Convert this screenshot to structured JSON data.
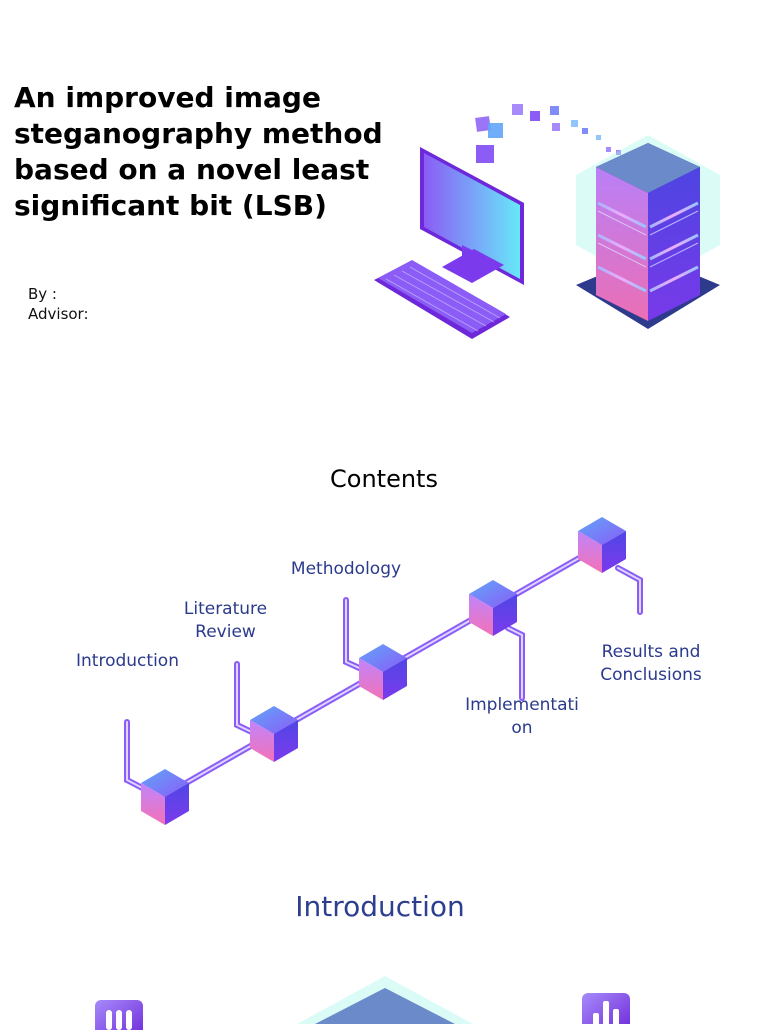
{
  "slide1": {
    "title": "An improved image\nsteganography method\nbased on a novel least\nsignificant bit (LSB)",
    "by_label": "By :",
    "advisor_label": "Advisor:"
  },
  "slide2": {
    "heading": "Contents",
    "items": [
      "Introduction",
      "Literature\nReview",
      "Methodology",
      "Implementati\non",
      "Results and\nConclusions"
    ]
  },
  "slide3": {
    "heading": "Introduction"
  },
  "colors": {
    "accent_purple": "#8b5cf6",
    "accent_blue": "#2e3f8f",
    "cube_pink": "#e879f9"
  },
  "icons": [
    "computer-monitor-icon",
    "keyboard-icon",
    "server-stack-icon",
    "data-pixels-icon",
    "cube-icon",
    "bar-chart-icon"
  ]
}
